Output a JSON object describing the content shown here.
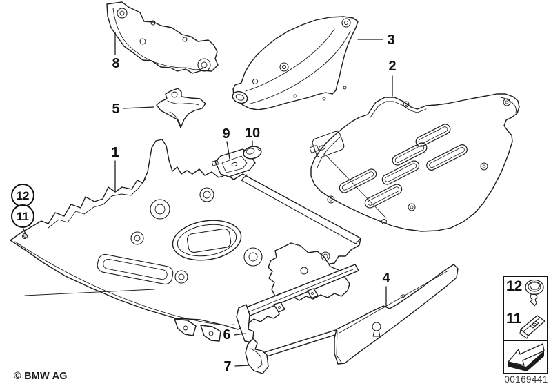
{
  "diagram": {
    "callouts": {
      "c1": "1",
      "c2": "2",
      "c3": "3",
      "c4": "4",
      "c5": "5",
      "c6": "6",
      "c7": "7",
      "c8": "8",
      "c9": "9",
      "c10": "10",
      "c11": "11",
      "c12": "12"
    },
    "legend": {
      "screw_row_label": "12",
      "clip_row_label": "11",
      "icons": {
        "screw": "screw-fastener-icon",
        "clip": "speed-nut-clip-icon",
        "arrow": "direction-arrow-icon"
      }
    },
    "footer": {
      "copyright": "© BMW AG",
      "document_number": "00169441"
    },
    "colors": {
      "line": "#1c1c1c",
      "background": "#ffffff",
      "muted_text": "#3d3d3d"
    }
  }
}
